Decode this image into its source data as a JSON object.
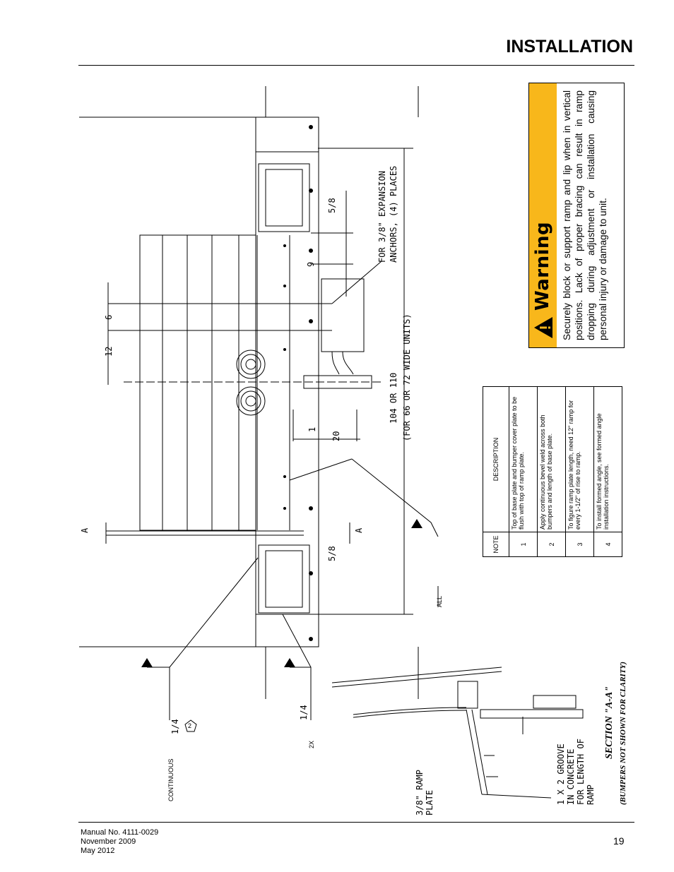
{
  "header": {
    "title": "INSTALLATION"
  },
  "warning": {
    "heading": "Warning",
    "text": "Securely block or support ramp and lip when in vertical positions. Lack of proper bracing can result in ramp dropping during adjustment or installation causing personal injury or damage to unit."
  },
  "notes_table": {
    "col_note": "NOTE",
    "col_description": "DESCRIPTION",
    "rows": [
      {
        "num": "1",
        "text": "Top of base plate and bumper cover plate to be flush with top of ramp plate."
      },
      {
        "num": "2",
        "text": "Apply continuous bevel weld across both bumpers and length of base plate."
      },
      {
        "num": "3",
        "text": "To figure ramp plate length, need 12\" ramp for every 1-1/2\" of rise to ramp."
      },
      {
        "num": "4",
        "text": "To install formed angle, see formed angle installation instructions."
      }
    ]
  },
  "drawing": {
    "dim_12": "12",
    "dim_6": "6",
    "dim_9": "9",
    "dim_5_8_top": "5\n8",
    "dim_5_8_bottom": "5\n8",
    "dim_20": "20",
    "dim_1": "1",
    "width_dim": "104 OR 110",
    "width_note": "(FOR 66 OR 72 WIDE UNITS)",
    "anchor_note_1": "FOR 3/8\" EXPANSION",
    "anchor_note_2": "ANCHORS, (4) PLACES",
    "section_marker": "A",
    "weld_all": "ALL",
    "weld_quarter_1": "1/4",
    "weld_quarter_2": "1/4",
    "weld_continuous": "CONTINUOUS",
    "weld_2x": "2X",
    "note_ref": "2",
    "section_title": "SECTION \"A-A\"",
    "section_subtitle": "(BUMPERS NOT SHOWN FOR CLARITY)",
    "ramp_plate_1": "3/8\" RAMP",
    "ramp_plate_2": "PLATE",
    "groove_1": "1 X 2 GROOVE",
    "groove_2": "IN CONCRETE",
    "groove_3": "FOR LENGTH OF",
    "groove_4": "RAMP"
  },
  "footer": {
    "manual": "Manual No. 4111-0029",
    "date1": "November 2009",
    "date2": "May 2012",
    "page": "19"
  },
  "colors": {
    "warning_bg": "#f8b71b"
  }
}
